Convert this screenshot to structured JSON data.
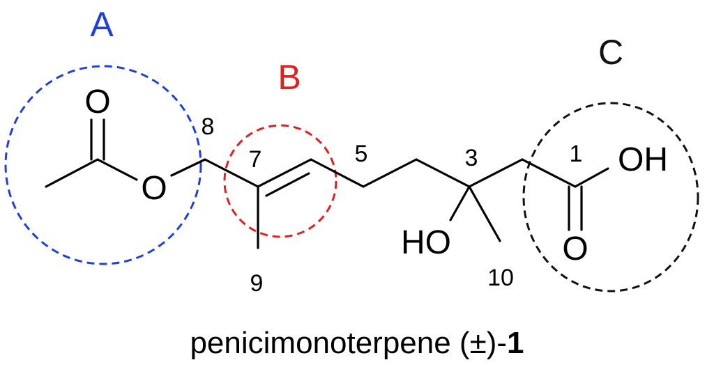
{
  "regions": [
    {
      "label": "A",
      "color": "#1f3fdb"
    },
    {
      "label": "B",
      "color": "#e02020"
    },
    {
      "label": "C",
      "color": "#111111"
    }
  ],
  "atoms": {
    "carbonyl_o_acetyl": "O",
    "ester_o": "O",
    "hydroxyl": "HO",
    "acid_oh": "OH",
    "acid_carbonyl_o": "O"
  },
  "numbering": {
    "c1": "1",
    "c3": "3",
    "c5": "5",
    "c7": "7",
    "c8": "8",
    "c9": "9",
    "c10": "10"
  },
  "caption": {
    "name": "penicimonoterpene (±)-",
    "compound_number": "1"
  }
}
